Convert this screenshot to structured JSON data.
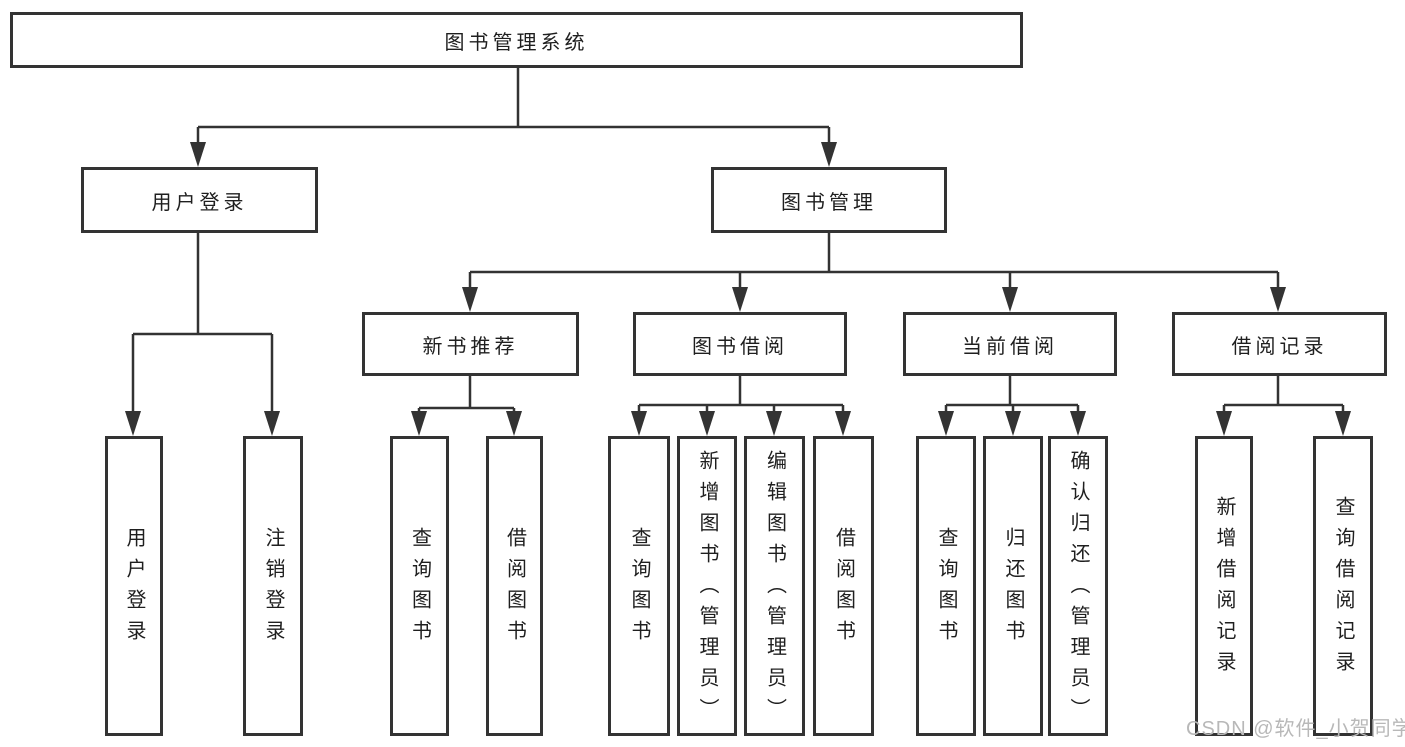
{
  "root": {
    "label": "图书管理系统"
  },
  "branches": [
    {
      "label": "用户登录",
      "children": [
        {
          "label": "用户登录"
        },
        {
          "label": "注销登录"
        }
      ]
    },
    {
      "label": "图书管理",
      "children": [
        {
          "label": "新书推荐",
          "children": [
            {
              "label": "查询图书"
            },
            {
              "label": "借阅图书"
            }
          ]
        },
        {
          "label": "图书借阅",
          "children": [
            {
              "label": "查询图书"
            },
            {
              "label": "新增图书（管理员）"
            },
            {
              "label": "编辑图书（管理员）"
            },
            {
              "label": "借阅图书"
            }
          ]
        },
        {
          "label": "当前借阅",
          "children": [
            {
              "label": "查询图书"
            },
            {
              "label": "归还图书"
            },
            {
              "label": "确认归还（管理员）"
            }
          ]
        },
        {
          "label": "借阅记录",
          "children": [
            {
              "label": "新增借阅记录"
            },
            {
              "label": "查询借阅记录"
            }
          ]
        }
      ]
    }
  ],
  "watermark": {
    "text": "CSDN @软件_小贺同学"
  },
  "colors": {
    "line": "#333333",
    "text": "#1f1f1f",
    "watermark": "#b8b8b8",
    "background": "#ffffff"
  }
}
